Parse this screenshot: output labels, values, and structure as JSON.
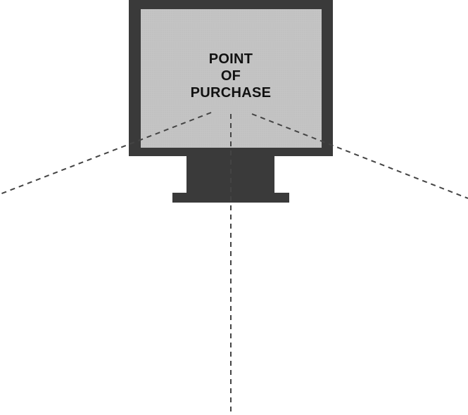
{
  "screen": {
    "label_lines": [
      "POINT",
      "OF",
      "PURCHASE"
    ]
  },
  "colors": {
    "frame": "#3a3a3a",
    "screen_fill": "#c4c4c4",
    "stand": "#3a3a3a",
    "sightline": "#444444",
    "background": "#ffffff"
  },
  "icons": {
    "monitor": "monitor-icon"
  }
}
